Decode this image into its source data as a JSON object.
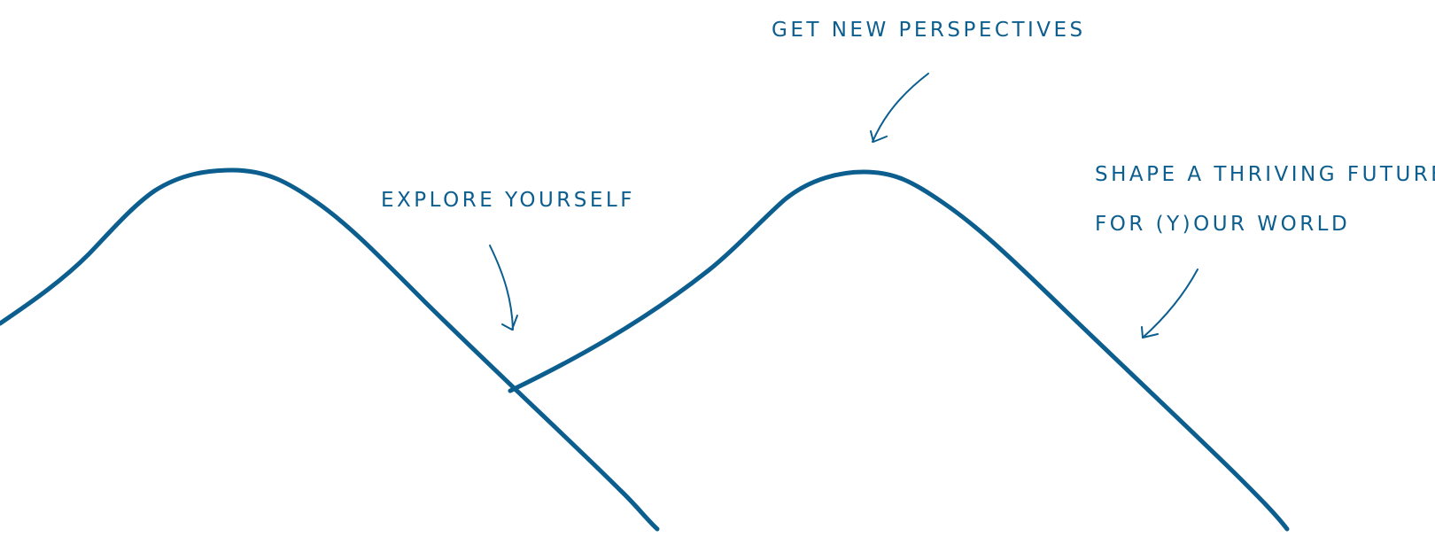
{
  "colors": {
    "ink": "#0b5e8e",
    "background": "#ffffff"
  },
  "labels": {
    "explore": "EXPLORE YOURSELF",
    "perspectives": "GET NEW PERSPECTIVES",
    "future_line1": "SHAPE A THRIVING FUTURE",
    "future_line2": "FOR (Y)OUR WORLD"
  }
}
